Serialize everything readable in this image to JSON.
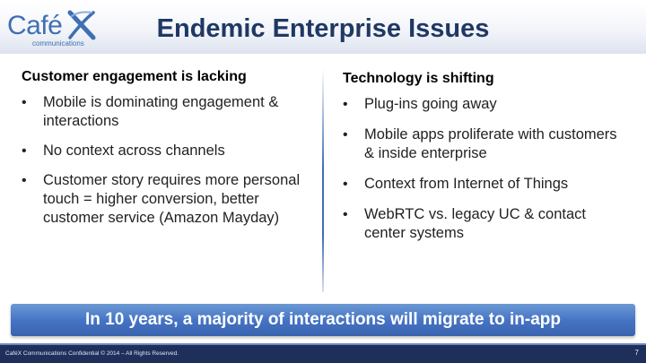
{
  "logo": {
    "word": "Café",
    "x": "X",
    "subtitle": "communications"
  },
  "title": "Endemic Enterprise Issues",
  "left": {
    "heading": "Customer engagement is lacking",
    "bullets": [
      "Mobile is dominating engagement & interactions",
      "No context across channels",
      "Customer story requires more personal touch = higher conversion, better customer service (Amazon Mayday)"
    ]
  },
  "right": {
    "heading": "Technology is shifting",
    "bullets": [
      "Plug-ins going away",
      "Mobile apps proliferate with customers & inside enterprise",
      "Context from Internet of Things",
      "WebRTC vs. legacy UC & contact center systems"
    ]
  },
  "banner": "In 10 years, a majority of interactions will migrate to in-app",
  "footer": {
    "text": "CaféX Communications Confidential © 2014 – All Rights Reserved.",
    "page": "7"
  },
  "colors": {
    "brand_blue": "#3f6fb2",
    "title_navy": "#1f3864",
    "banner_blue": "#4472c4",
    "footer_navy": "#1f2f5c"
  }
}
